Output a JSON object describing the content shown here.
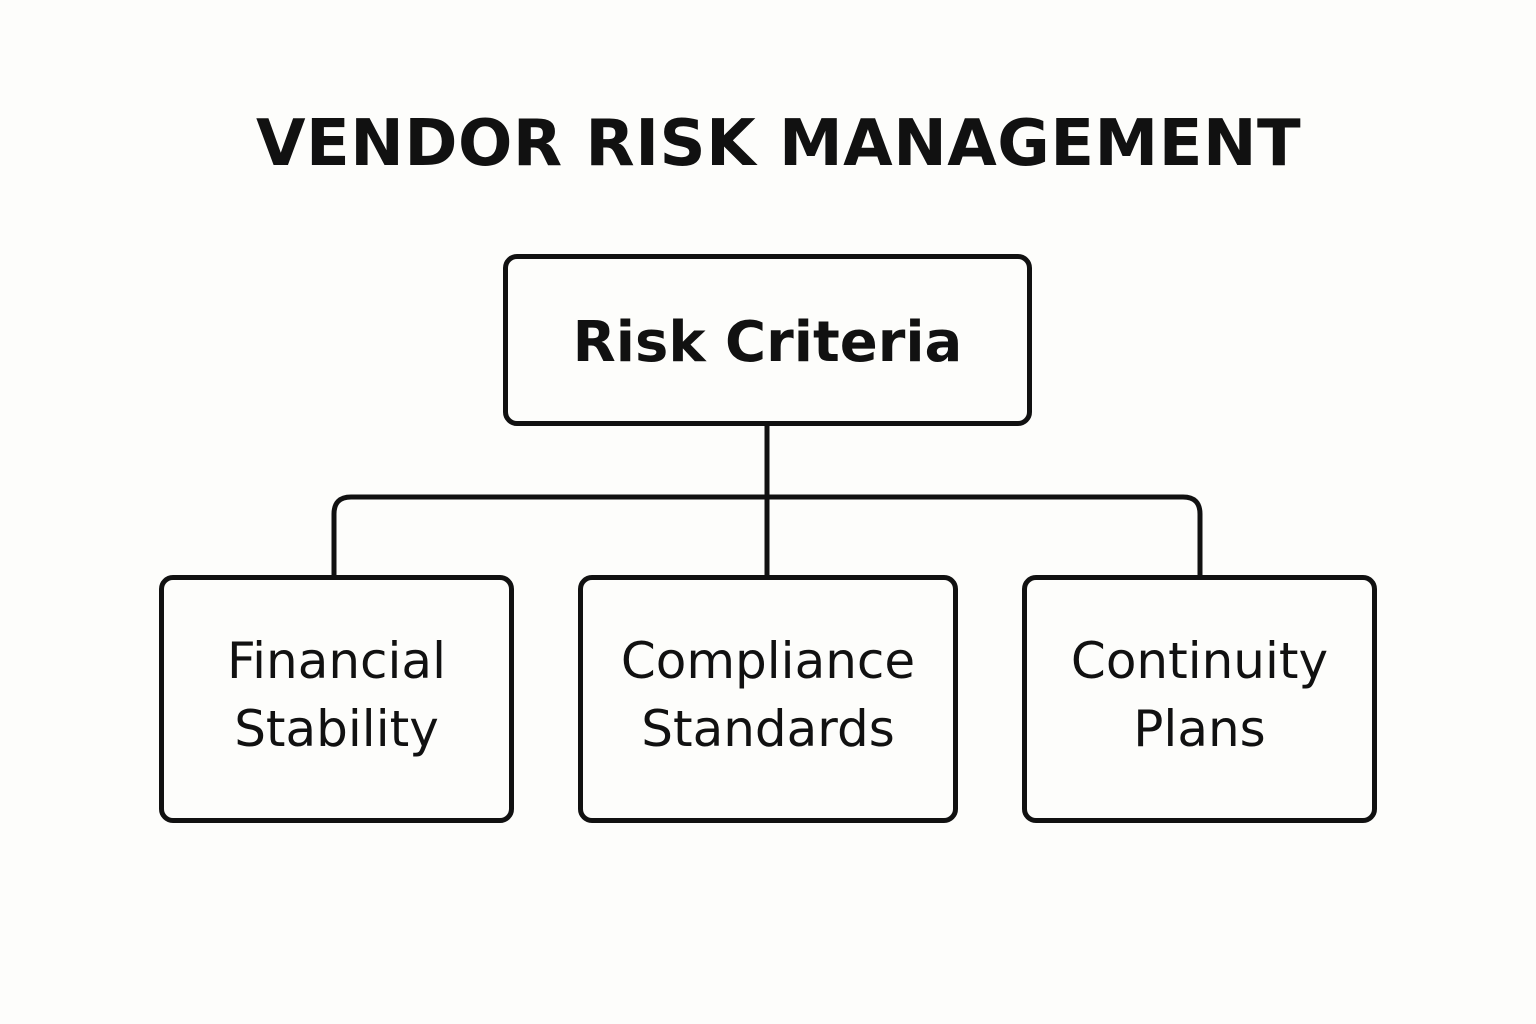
{
  "title": "VENDOR RISK MANAGEMENT",
  "diagram": {
    "type": "hierarchy",
    "root": {
      "label": "Risk Criteria"
    },
    "children": [
      {
        "label": "Financial\nStability"
      },
      {
        "label": "Compliance\nStandards"
      },
      {
        "label": "Continuity\nPlans"
      }
    ]
  },
  "colors": {
    "background": "#fdfdfb",
    "stroke": "#111111",
    "text": "#111111"
  }
}
